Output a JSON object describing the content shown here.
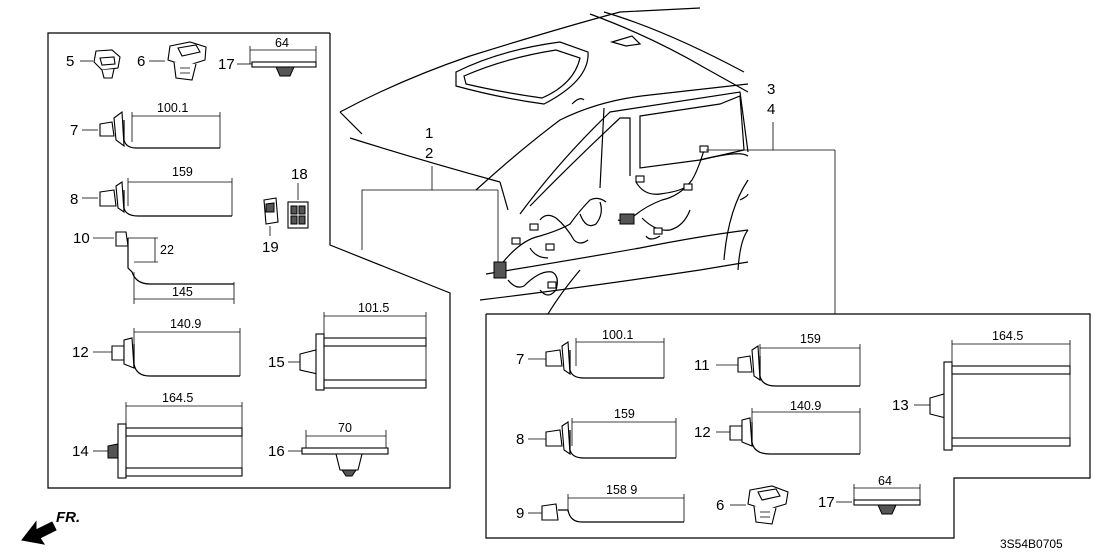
{
  "diagram_code": "3S54B0705",
  "front_label": "FR.",
  "callouts": {
    "c1": "1",
    "c2": "2",
    "c3": "3",
    "c4": "4",
    "left_5": "5",
    "left_6": "6",
    "left_17": "17",
    "left_7": "7",
    "left_8": "8",
    "left_10": "10",
    "left_12": "12",
    "left_14": "14",
    "left_18": "18",
    "left_19": "19",
    "left_15": "15",
    "left_16": "16",
    "right_7": "7",
    "right_8": "8",
    "right_9": "9",
    "right_11": "11",
    "right_12": "12",
    "right_13": "13",
    "right_6": "6",
    "right_17": "17"
  },
  "dimensions": {
    "left_17": "64",
    "left_7": "100.1",
    "left_8": "159",
    "left_10_v": "22",
    "left_10_h": "145",
    "left_12": "140.9",
    "left_14": "164.5",
    "left_15": "101.5",
    "left_16": "70",
    "right_7": "100.1",
    "right_8": "159",
    "right_9": "158 9",
    "right_11": "159",
    "right_12": "140.9",
    "right_13": "164.5",
    "right_17": "64"
  },
  "colors": {
    "line": "#000000",
    "background": "#ffffff"
  }
}
